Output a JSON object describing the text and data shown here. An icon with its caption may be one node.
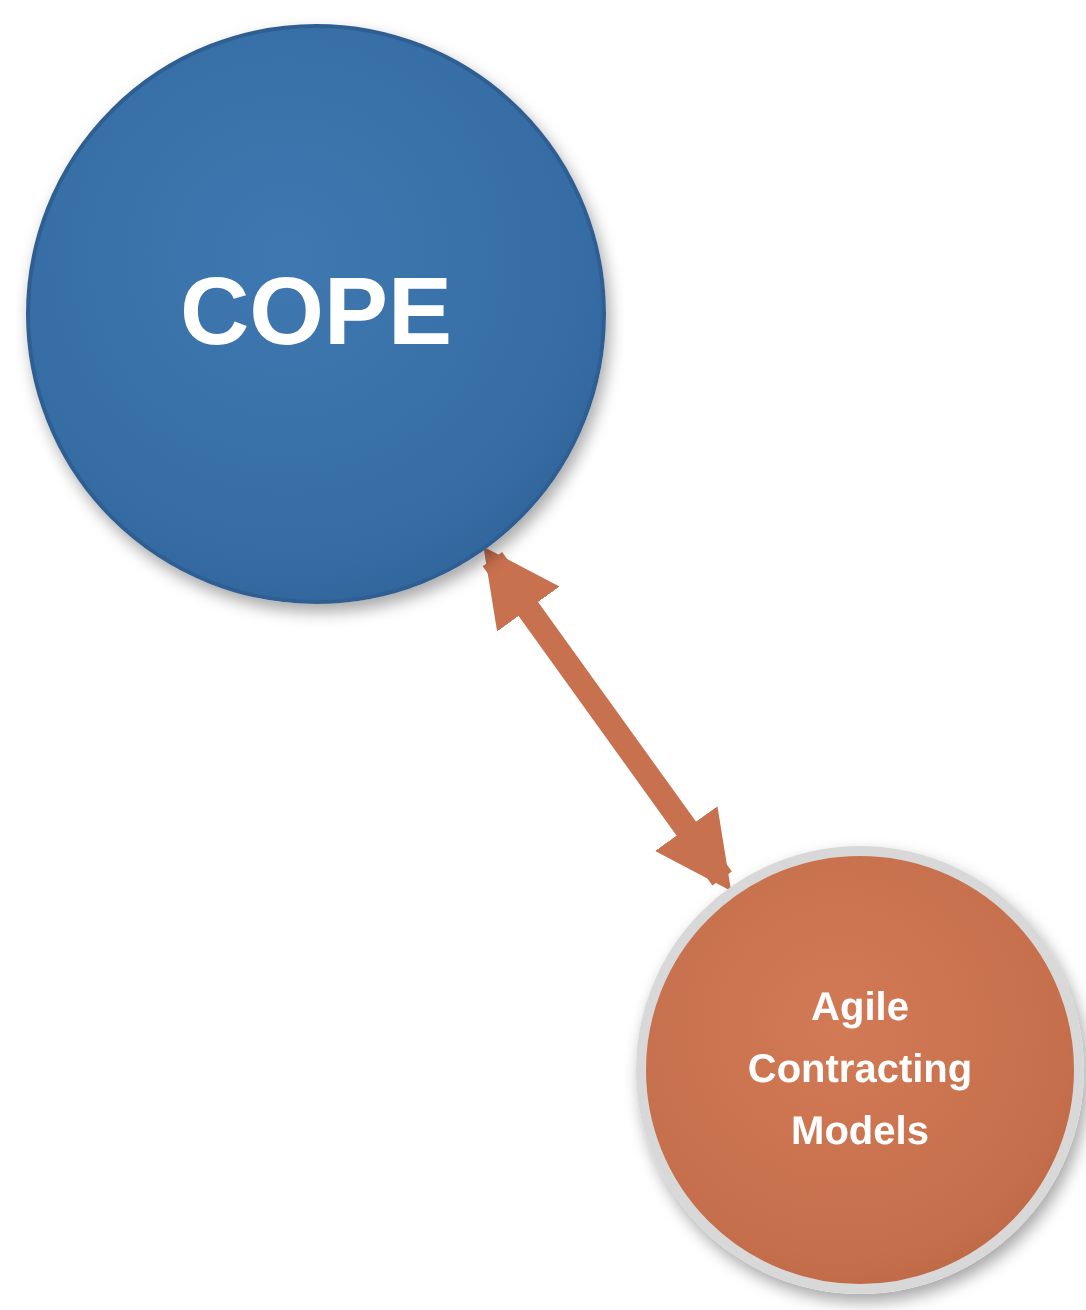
{
  "diagram": {
    "nodes": [
      {
        "text": [
          "COPE"
        ]
      },
      {
        "text": [
          "Agile Contracting Models"
        ]
      }
    ],
    "edges": [
      {
        "from": 0,
        "to": 1,
        "arrow": "both"
      }
    ]
  }
}
